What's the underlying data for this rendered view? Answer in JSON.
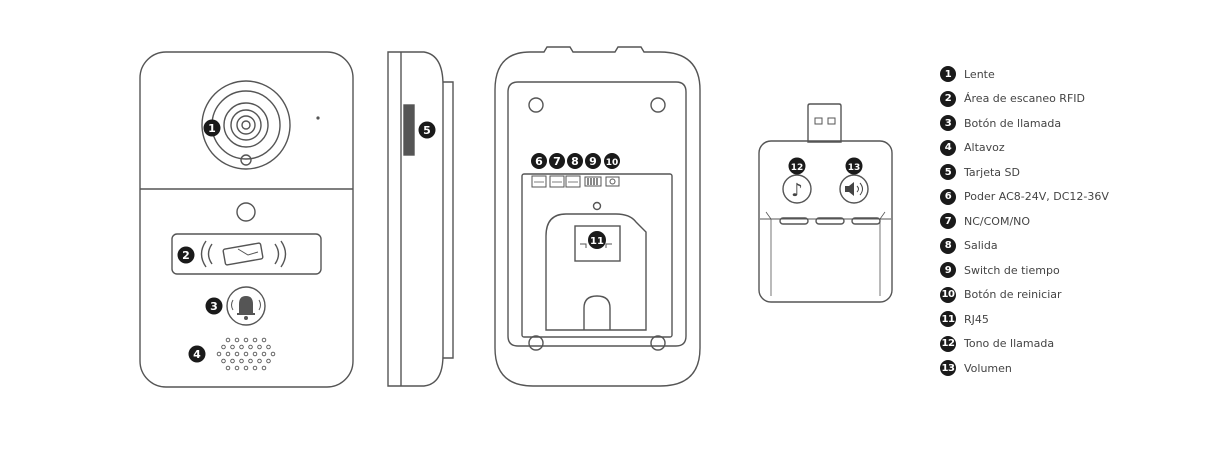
{
  "badges": {
    "b1": "1",
    "b2": "2",
    "b3": "3",
    "b4": "4",
    "b5": "5",
    "b6": "6",
    "b7": "7",
    "b8": "8",
    "b9": "9",
    "b10": "10",
    "b11": "11",
    "b12": "12",
    "b13": "13"
  },
  "legend": [
    {
      "num": "1",
      "label": "Lente"
    },
    {
      "num": "2",
      "label": "Área de escaneo RFID"
    },
    {
      "num": "3",
      "label": "Botón de llamada"
    },
    {
      "num": "4",
      "label": "Altavoz"
    },
    {
      "num": "5",
      "label": "Tarjeta SD"
    },
    {
      "num": "6",
      "label": "Poder AC8-24V, DC12-36V"
    },
    {
      "num": "7",
      "label": "NC/COM/NO"
    },
    {
      "num": "8",
      "label": "Salida"
    },
    {
      "num": "9",
      "label": "Switch de tiempo"
    },
    {
      "num": "10",
      "label": "Botón de reiniciar"
    },
    {
      "num": "11",
      "label": "RJ45"
    },
    {
      "num": "12",
      "label": "Tono de llamada"
    },
    {
      "num": "13",
      "label": "Volumen"
    }
  ]
}
